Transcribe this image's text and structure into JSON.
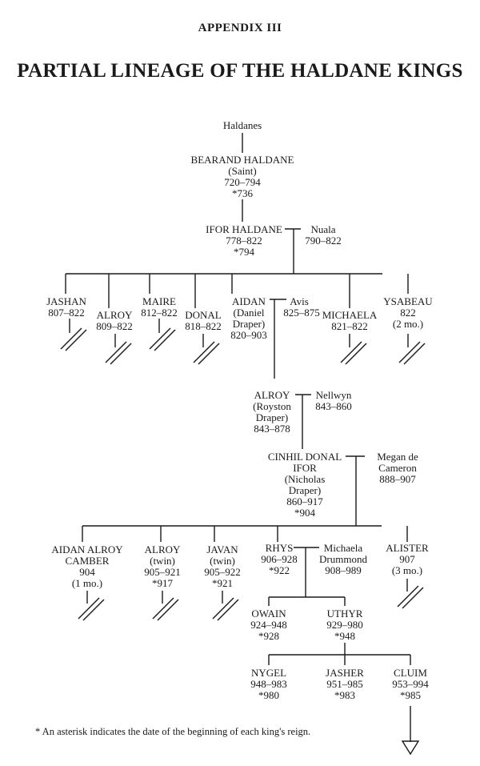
{
  "header": {
    "appendix": "APPENDIX III",
    "title": "PARTIAL LINEAGE OF THE HALDANE KINGS"
  },
  "tree": {
    "root": "Haldanes",
    "bearand": {
      "name": "BEARAND HALDANE",
      "note": "(Saint)",
      "dates": "720–794",
      "reign": "*736"
    },
    "ifor": {
      "name": "IFOR HALDANE",
      "dates": "778–822",
      "reign": "*794"
    },
    "nuala": {
      "name": "Nuala",
      "dates": "790–822"
    },
    "gen3": [
      {
        "name": "JASHAN",
        "dates": "807–822",
        "line_ended": true
      },
      {
        "name": "ALROY",
        "dates": "809–822",
        "line_ended": true
      },
      {
        "name": "MAIRE",
        "dates": "812–822",
        "line_ended": true
      },
      {
        "name": "DONAL",
        "dates": "818–822",
        "line_ended": true
      },
      {
        "name": "AIDAN",
        "note1": "(Daniel",
        "note2": "Draper)",
        "dates": "820–903",
        "line_ended": false
      },
      {
        "name": "MICHAELA",
        "dates": "821–822",
        "line_ended": true
      },
      {
        "name": "YSABEAU",
        "dates": "822",
        "note": "(2 mo.)",
        "line_ended": true
      }
    ],
    "avis": {
      "name": "Avis",
      "dates": "825–875"
    },
    "alroy2": {
      "name": "ALROY",
      "note1": "(Royston",
      "note2": "Draper)",
      "dates": "843–878"
    },
    "nellwyn": {
      "name": "Nellwyn",
      "dates": "843–860"
    },
    "cinhil": {
      "name1": "CINHIL DONAL",
      "name2": "IFOR",
      "note1": "(Nicholas",
      "note2": "Draper)",
      "dates": "860–917",
      "reign": "*904"
    },
    "megan": {
      "name1": "Megan de",
      "name2": "Cameron",
      "dates": "888–907"
    },
    "gen6": [
      {
        "name1": "AIDAN ALROY",
        "name2": "CAMBER",
        "dates": "904",
        "note": "(1 mo.)",
        "line_ended": true
      },
      {
        "name": "ALROY",
        "note": "(twin)",
        "dates": "905–921",
        "reign": "*917",
        "line_ended": true
      },
      {
        "name": "JAVAN",
        "note": "(twin)",
        "dates": "905–922",
        "reign": "*921",
        "line_ended": true
      },
      {
        "name": "RHYS",
        "dates": "906–928",
        "reign": "*922",
        "line_ended": false
      },
      {
        "name": "ALISTER",
        "dates": "907",
        "note": "(3 mo.)",
        "line_ended": true
      }
    ],
    "michaela_d": {
      "name1": "Michaela",
      "name2": "Drummond",
      "dates": "908–989"
    },
    "gen7": [
      {
        "name": "OWAIN",
        "dates": "924–948",
        "reign": "*928"
      },
      {
        "name": "UTHYR",
        "dates": "929–980",
        "reign": "*948"
      }
    ],
    "gen8": [
      {
        "name": "NYGEL",
        "dates": "948–983",
        "reign": "*980"
      },
      {
        "name": "JASHER",
        "dates": "951–985",
        "reign": "*983"
      },
      {
        "name": "CLUIM",
        "dates": "953–994",
        "reign": "*985",
        "continues": true
      }
    ]
  },
  "footnote": "* An asterisk indicates the date of the beginning of each king's reign.",
  "colors": {
    "ink": "#1a1a1a",
    "paper": "#ffffff"
  }
}
